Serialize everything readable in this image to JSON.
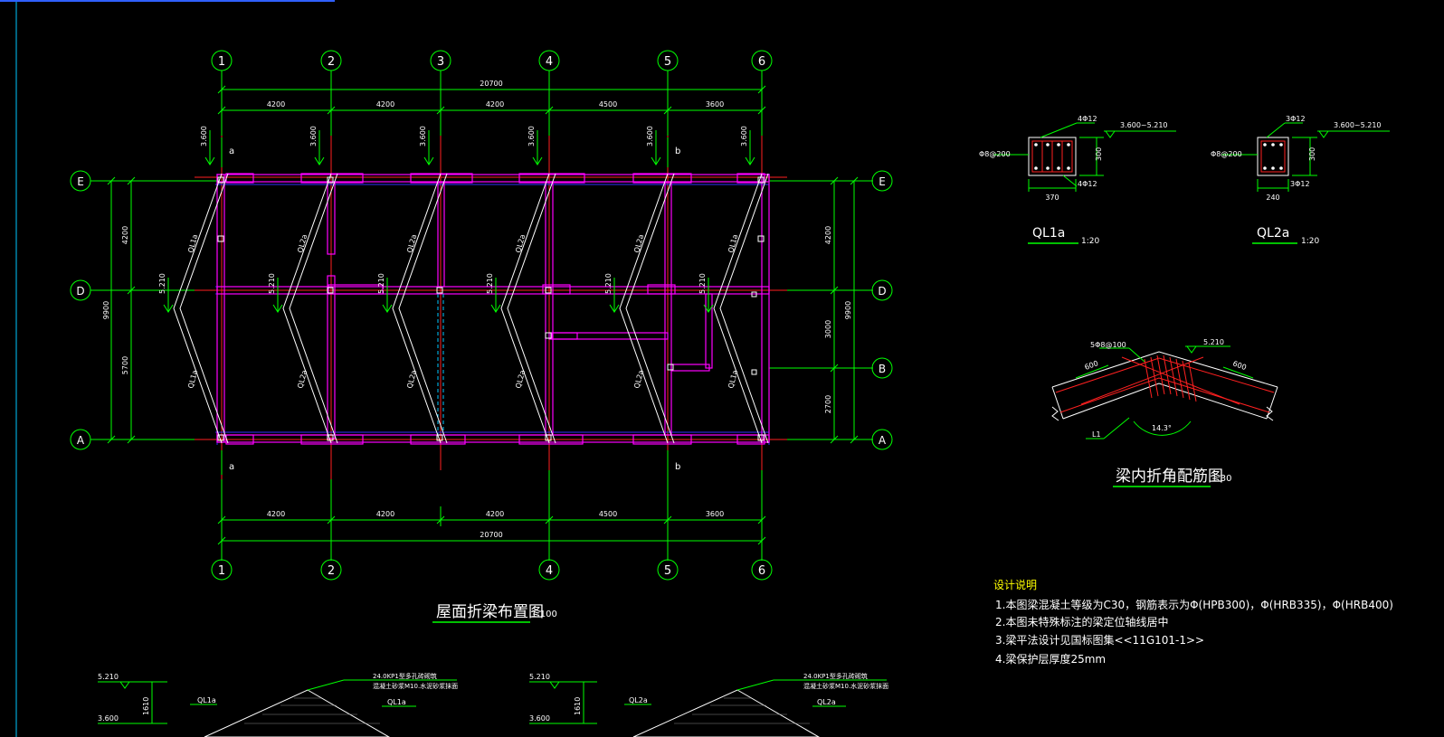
{
  "axes": {
    "columns": [
      "1",
      "2",
      "3",
      "4",
      "5",
      "6"
    ],
    "bottom_columns": [
      "1",
      "2",
      "4",
      "5",
      "6"
    ],
    "rows": [
      "E",
      "D",
      "B",
      "A"
    ],
    "left_rows": [
      "E",
      "D",
      "A"
    ]
  },
  "dimensions": {
    "top_total": "20700",
    "top_spans": [
      "4200",
      "4200",
      "4200",
      "4500",
      "3600"
    ],
    "bottom_total": "20700",
    "bottom_spans": [
      "4200",
      "4200",
      "4200",
      "4500",
      "3600"
    ],
    "left_total": "9900",
    "left_spans": [
      "4200",
      "5700"
    ],
    "right_total": "9900",
    "right_spans": [
      "4200",
      "3000",
      "2700"
    ]
  },
  "plan": {
    "title": "屋面折梁布置图",
    "scale": "1:100",
    "elev_top": "3.600",
    "elev_mid": "5.210",
    "section_a": "a",
    "section_b": "b",
    "beam_label_1": "QL1a",
    "beam_label_2": "QL2a"
  },
  "sections": {
    "ql1a": {
      "title": "QL1a",
      "scale": "1:20",
      "top_bar": "4Φ12",
      "bottom_bar": "4Φ12",
      "stirrup": "Φ8@200",
      "width": "370",
      "height": "300",
      "elevation": "3.600~5.210"
    },
    "ql2a": {
      "title": "QL2a",
      "scale": "1:20",
      "top_bar": "3Φ12",
      "bottom_bar": "3Φ12",
      "stirrup": "Φ8@200",
      "width": "240",
      "height": "300",
      "elevation": "3.600~5.210"
    }
  },
  "detail": {
    "title": "梁内折角配筋图",
    "scale": "1:30",
    "stirrup": "5Φ8@100",
    "elevation": "5.210",
    "length_left": "600",
    "length_right": "600",
    "angle": "14.3°",
    "beam": "L1"
  },
  "notes": {
    "heading": "设计说明",
    "items": [
      "1.本图梁混凝土等级为C30，钢筋表示为Φ(HPB300)，Φ(HRB335)，Φ(HRB400)",
      "2.本图未特殊标注的梁定位轴线居中",
      "3.梁平法设计见国标图集<<11G101-1>>",
      "4.梁保护层厚度25mm"
    ]
  },
  "bottom_sections": {
    "left": {
      "elev_top": "5.210",
      "elev_bottom": "3.600",
      "height": "1610",
      "beam": "QL1a",
      "beam2": "QL1a",
      "note1": "24.0KP1型多孔砖砌筑",
      "note2": "混凝土砂浆M10.水泥砂浆抹面"
    },
    "right": {
      "elev_top": "5.210",
      "elev_bottom": "3.600",
      "height": "1610",
      "beam": "QL2a",
      "beam2": "QL2a",
      "note1": "24.0KP1型多孔砖砌筑",
      "note2": "混凝土砂浆M10.水泥砂浆抹面"
    }
  },
  "colors": {
    "background": "#000000",
    "axis": "#00ff00",
    "beam": "#ff00ff",
    "centerline": "#ff2020",
    "text": "#ffffff",
    "notes": "#ffff00"
  }
}
